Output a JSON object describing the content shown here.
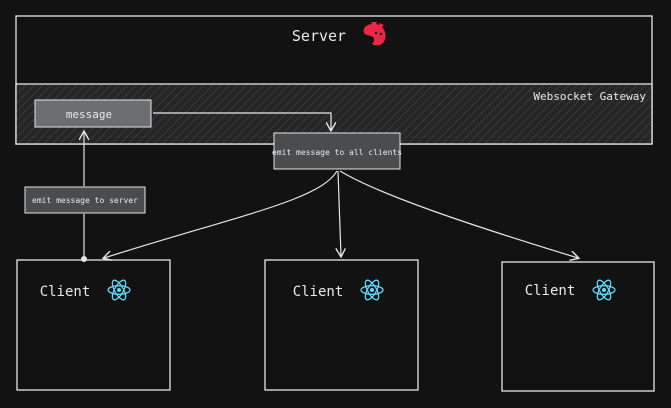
{
  "server": {
    "title": "Server",
    "logo_icon": "nestjs-cat-icon",
    "logo_color": "#ea2845"
  },
  "gateway": {
    "label": "Websocket Gateway"
  },
  "message_box": {
    "label": "message"
  },
  "emit_server": {
    "label": "emit message to server"
  },
  "emit_all": {
    "label": "emit message to all clients"
  },
  "clients": [
    {
      "label": "Client",
      "icon": "react-atom-icon"
    },
    {
      "label": "Client",
      "icon": "react-atom-icon"
    },
    {
      "label": "Client",
      "icon": "react-atom-icon"
    }
  ],
  "colors": {
    "background": "#121212",
    "stroke": "#e6e6e6",
    "react": "#61dafb",
    "gateway_fill": "#2a2a2a",
    "box_fill": "#6c6e70"
  }
}
